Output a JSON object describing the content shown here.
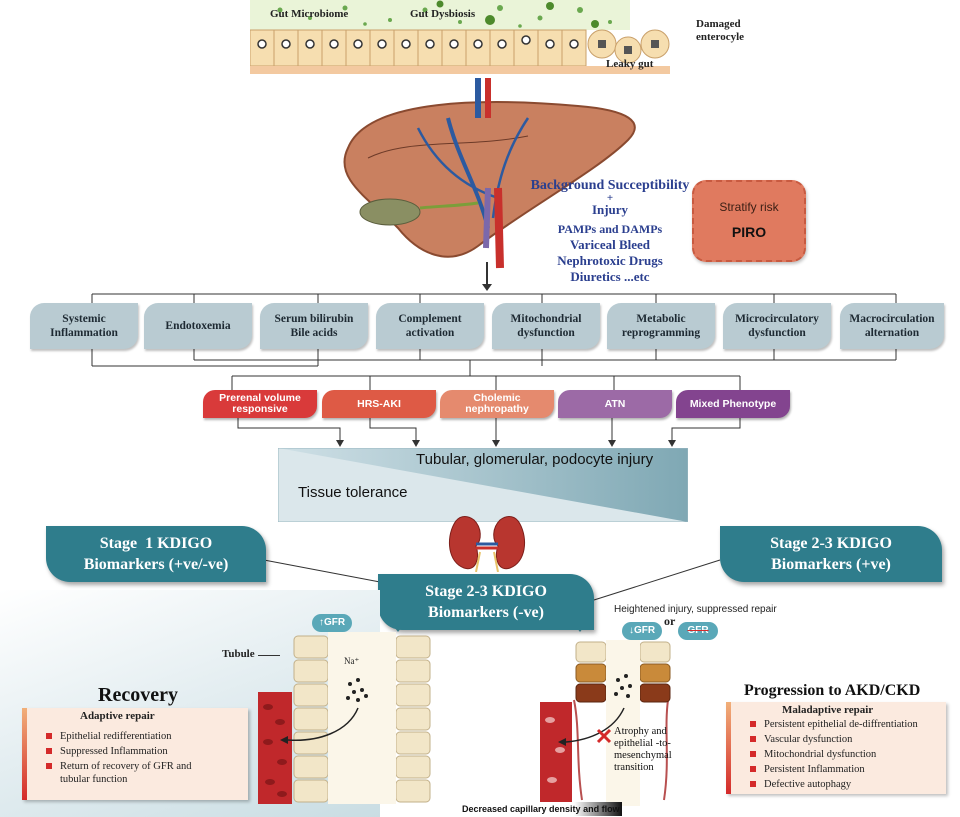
{
  "gut": {
    "microbiome": "Gut Microbiome",
    "dysbiosis": "Gut Dysbiosis",
    "damaged": "Damaged\nenterocyle",
    "leaky": "Leaky gut"
  },
  "injury": {
    "background": "Background Succeptibility",
    "plus": "+",
    "injury": "Injury",
    "pamps": "PAMPs and DAMPs",
    "variceal": "Variceal Bleed",
    "nephrotoxic": "Nephrotoxic Drugs",
    "diuretics": "Diuretics ...etc"
  },
  "piro": {
    "stratify": "Stratify risk",
    "piro": "PIRO"
  },
  "mechanisms": [
    "Systemic\nInflammation",
    "Endotoxemia",
    "Serum bilirubin\nBile acids",
    "Complement\nactivation",
    "Mitochondrial\ndysfunction",
    "Metabolic\nreprogramming",
    "Microcirculatory\ndysfunction",
    "Macrocirculation\nalternation"
  ],
  "phenotypes": [
    {
      "label": "Prerenal volume\nresponsive",
      "color": "#d93a3a"
    },
    {
      "label": "HRS-AKI",
      "color": "#de5a45"
    },
    {
      "label": "Cholemic\nnephropathy",
      "color": "#e58a6e"
    },
    {
      "label": "ATN",
      "color": "#9c6aa6"
    },
    {
      "label": "Mixed Phenotype",
      "color": "#83448f"
    }
  ],
  "wedge": {
    "top": "Tubular, glomerular, podocyte injury",
    "bottom": "Tissue tolerance"
  },
  "stages": {
    "stage1": "Stage  1 KDIGO\nBiomarkers (+ve/-ve)",
    "stage23neg": "Stage 2-3 KDIGO\nBiomarkers (-ve)",
    "stage23pos": "Stage 2-3 KDIGO\nBiomarkers (+ve)"
  },
  "gfr": {
    "left": "↑GFR",
    "right1": "↓GFR",
    "right2": "GFR",
    "or": "or",
    "heightened": "Heightened injury, suppressed repair"
  },
  "labels": {
    "tubule": "Tubule",
    "na": "Na⁺",
    "atrophy": "Atrophy and\nepithelial -to-\nmesenchymal\ntransition",
    "capillary": "Decreased capillary density and flow"
  },
  "recovery": {
    "title": "Recovery",
    "subtitle": "Adaptive repair",
    "items": [
      "Epithelial redifferentiation",
      "Suppressed Inflammation",
      "Return of recovery of GFR and\ntubular function"
    ]
  },
  "progression": {
    "title": "Progression to AKD/CKD",
    "subtitle": "Maladaptive repair",
    "items": [
      "Persistent epithelial de-diffrentiation",
      "Vascular dysfunction",
      "Mitochondrial dysfunction",
      "Persistent Inflammation",
      "Defective autophagy"
    ]
  },
  "colors": {
    "teal": "#2f7d8c",
    "mech_box": "#b9cbd2",
    "piro_box": "#e07a5f",
    "injury_text": "#2b3f8f"
  }
}
